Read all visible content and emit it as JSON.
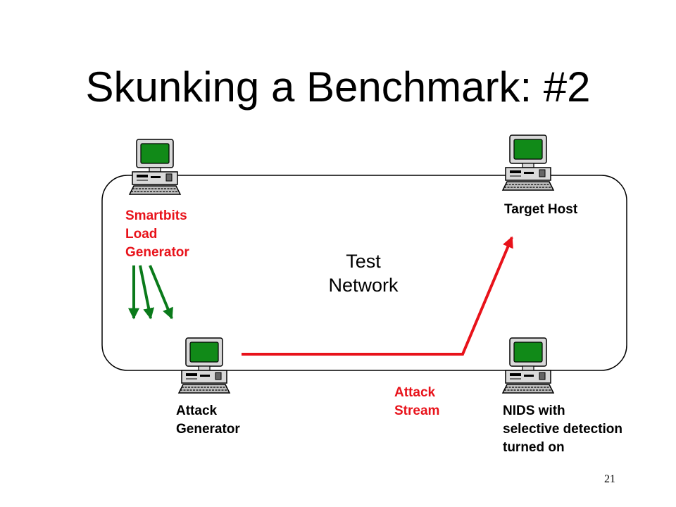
{
  "slide": {
    "title": "Skunking a Benchmark: #2",
    "page_number": "21"
  },
  "diagram": {
    "network_label_line1": "Test",
    "network_label_line2": "Network",
    "nodes": {
      "smartbits": {
        "lines": [
          "Smartbits",
          "Load",
          "Generator"
        ],
        "icon": "computer-icon"
      },
      "target": {
        "lines": [
          "Target Host"
        ],
        "icon": "computer-icon"
      },
      "attack_generator": {
        "lines": [
          "Attack",
          "Generator"
        ],
        "icon": "computer-icon"
      },
      "nids": {
        "lines": [
          "NIDS with",
          "selective detection",
          "turned on"
        ],
        "icon": "computer-icon"
      }
    },
    "attack_stream": {
      "lines": [
        "Attack",
        "Stream"
      ]
    },
    "colors": {
      "red": "#e8121a",
      "green": "#0a7a1a",
      "screen_green": "#118a18"
    }
  }
}
